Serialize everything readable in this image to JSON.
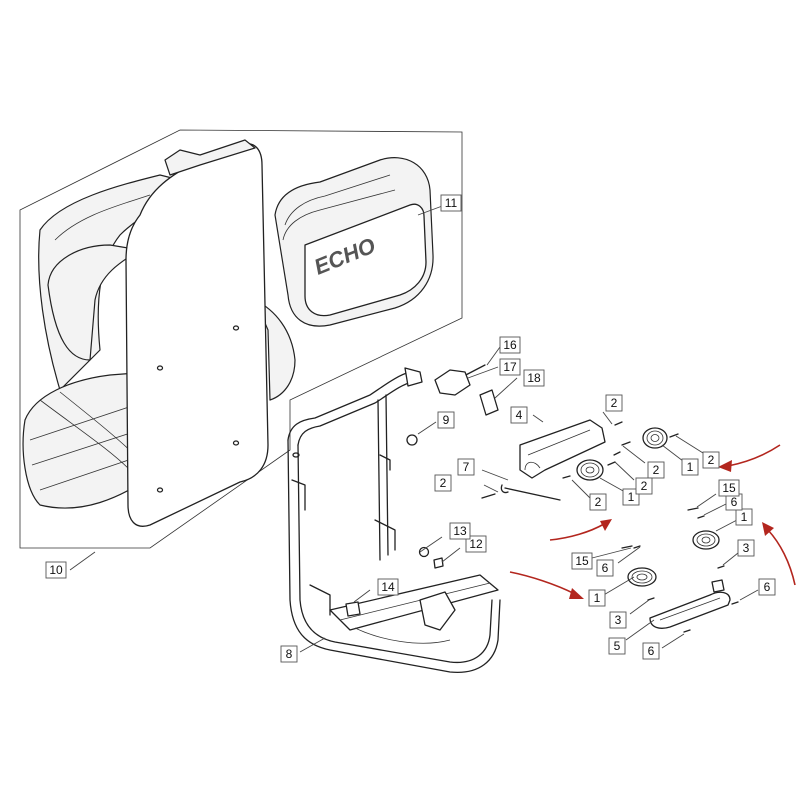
{
  "brand_logo": "ECHO",
  "colors": {
    "line": "#222222",
    "callout_arrow": "#b3261e",
    "background": "#ffffff"
  },
  "part_labels": [
    {
      "id": "label-1a",
      "text": "1"
    },
    {
      "id": "label-1b",
      "text": "1"
    },
    {
      "id": "label-1c",
      "text": "1"
    },
    {
      "id": "label-1d",
      "text": "1"
    },
    {
      "id": "label-2a",
      "text": "2"
    },
    {
      "id": "label-2b",
      "text": "2"
    },
    {
      "id": "label-2c",
      "text": "2"
    },
    {
      "id": "label-2d",
      "text": "2"
    },
    {
      "id": "label-2e",
      "text": "2"
    },
    {
      "id": "label-2f",
      "text": "2"
    },
    {
      "id": "label-3a",
      "text": "3"
    },
    {
      "id": "label-3b",
      "text": "3"
    },
    {
      "id": "label-4",
      "text": "4"
    },
    {
      "id": "label-5",
      "text": "5"
    },
    {
      "id": "label-6a",
      "text": "6"
    },
    {
      "id": "label-6b",
      "text": "6"
    },
    {
      "id": "label-6c",
      "text": "6"
    },
    {
      "id": "label-6d",
      "text": "6"
    },
    {
      "id": "label-7",
      "text": "7"
    },
    {
      "id": "label-8",
      "text": "8"
    },
    {
      "id": "label-9",
      "text": "9"
    },
    {
      "id": "label-10",
      "text": "10"
    },
    {
      "id": "label-11",
      "text": "11"
    },
    {
      "id": "label-12",
      "text": "12"
    },
    {
      "id": "label-13",
      "text": "13"
    },
    {
      "id": "label-14",
      "text": "14"
    },
    {
      "id": "label-15a",
      "text": "15"
    },
    {
      "id": "label-15b",
      "text": "15"
    },
    {
      "id": "label-16",
      "text": "16"
    },
    {
      "id": "label-17",
      "text": "17"
    },
    {
      "id": "label-18",
      "text": "18"
    }
  ]
}
